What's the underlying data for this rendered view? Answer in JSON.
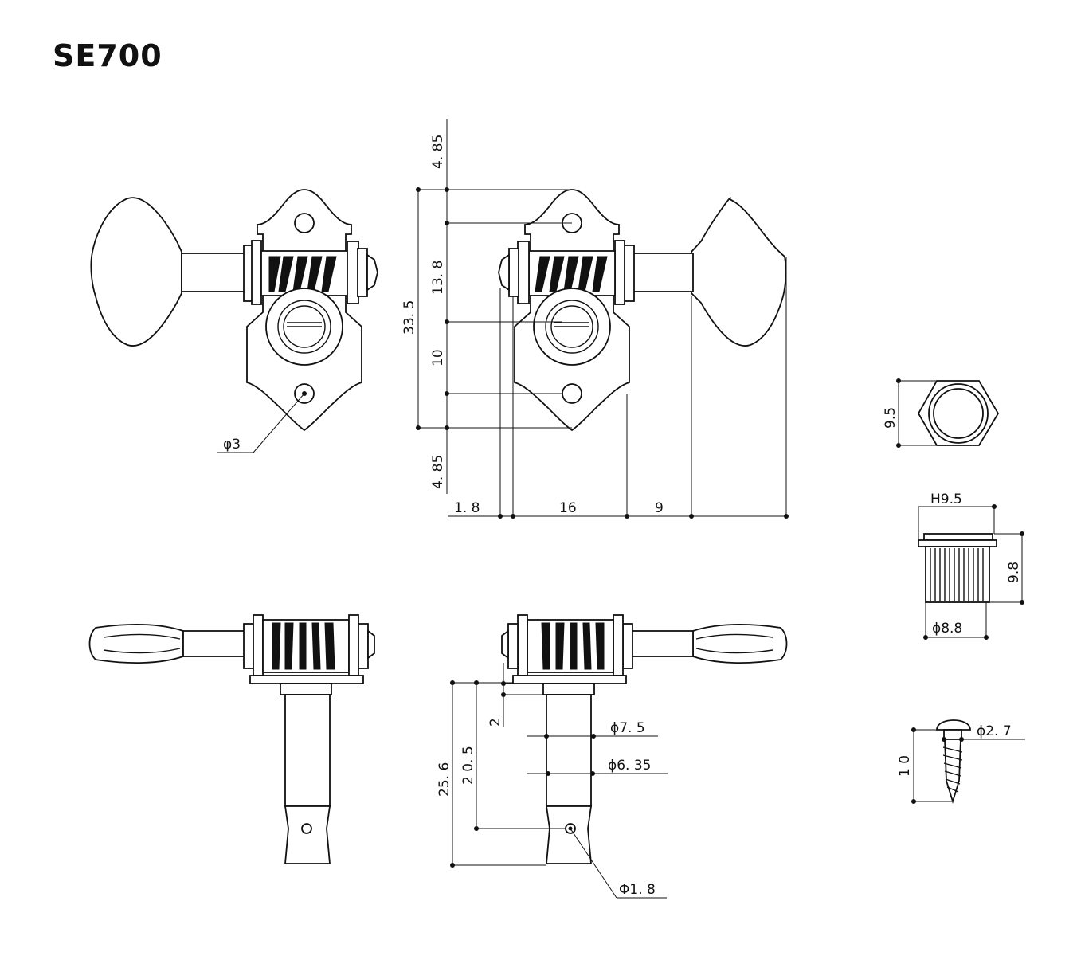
{
  "title": "SE700",
  "labels": {
    "hole_dia": "φ3",
    "dim_top": "4. 85",
    "dim_13_8": "13. 8",
    "dim_33_5": "33. 5",
    "dim_10": "10",
    "dim_bottom": "4. 85",
    "dim_1_8": "1. 8",
    "dim_16": "16",
    "dim_9": "9",
    "nut_width": "9.5",
    "bush_h": "H9.5",
    "bush_9_8": "9.8",
    "bush_dia": "ϕ8.8",
    "screw_dia": "ϕ2. 7",
    "screw_len": "1 0",
    "post_2": "2",
    "post_7_5": "ϕ7. 5",
    "post_6_35": "ϕ6. 35",
    "post_25_6": "25. 6",
    "post_20_5": "2 0. 5",
    "post_hole": "Φ1. 8"
  }
}
